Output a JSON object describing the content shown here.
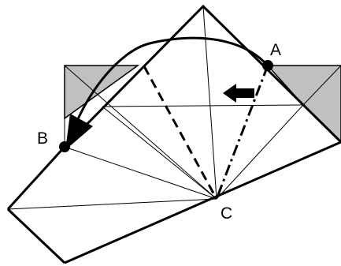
{
  "points": {
    "a": "A",
    "b": "B",
    "c": "C"
  },
  "colors": {
    "paper": "#ffffff",
    "flap": "#c0c0c0",
    "ink": "#000000"
  },
  "icons": {
    "move_direction": "arrow-left-icon",
    "fold_path": "curved-arrow-icon"
  }
}
